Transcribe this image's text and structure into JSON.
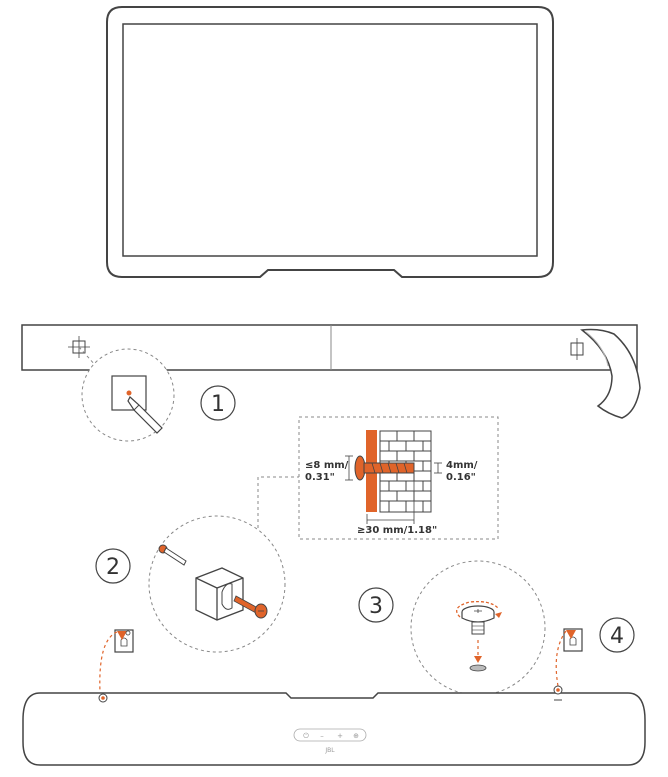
{
  "steps": {
    "s1": "1",
    "s2": "2",
    "s3": "3",
    "s4": "4"
  },
  "dimensions": {
    "head_max_l1": "≤8 mm/",
    "head_max_l2": "0.31\"",
    "shaft_l1": "4mm/",
    "shaft_l2": "0.16\"",
    "length": "≥30 mm/1.18\""
  },
  "soundbar": {
    "logo": "JBL",
    "buttons": [
      "⏻",
      "–",
      "+",
      "⊕"
    ]
  },
  "colors": {
    "accent": "#e0642a",
    "line": "#444444",
    "dash": "#888888"
  },
  "icons": [
    "tv-outline",
    "mounting-template",
    "pencil-icon",
    "screw-icon",
    "anchor-icon",
    "bracket-icon",
    "brick-wall-icon",
    "soundbar-outline"
  ]
}
